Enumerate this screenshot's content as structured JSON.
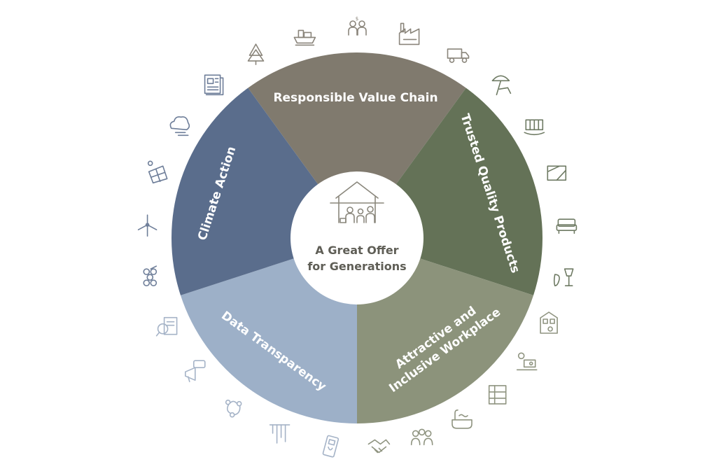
{
  "center": {
    "line1": "A Great Offer",
    "line2": "for Generations",
    "icon": "family-house-icon",
    "text_color": "#5f5e56",
    "icon_color": "#8a877c"
  },
  "segments": [
    {
      "id": "responsible-value-chain",
      "label": "Responsible Value Chain",
      "color": "#807a6e"
    },
    {
      "id": "trusted-quality-products",
      "label": "Trusted Quality Products",
      "color": "#647257"
    },
    {
      "id": "attractive-inclusive-workplace",
      "line1": "Attractive and",
      "line2": "Inclusive Workplace",
      "color": "#8c937b"
    },
    {
      "id": "data-transparency",
      "label": "Data Transparency",
      "color": "#9db0c8"
    },
    {
      "id": "climate-action",
      "label": "Climate Action",
      "color": "#5a6d8c"
    }
  ],
  "outer_icons": {
    "responsible_value_chain": [
      "tree-icon",
      "cargo-ship-icon",
      "community-people-icon",
      "factory-icon",
      "delivery-truck-icon"
    ],
    "trusted_quality_products": [
      "parasol-beach-chair-icon",
      "crib-icon",
      "bedding-icon",
      "sofa-icon",
      "lamp-vase-icon"
    ],
    "attractive_inclusive_workplace": [
      "store-building-icon",
      "workshop-icon",
      "shelving-icon",
      "bathtub-icon",
      "team-people-icon",
      "handshake-icon"
    ],
    "data_transparency": [
      "phone-remote-icon",
      "bar-pillars-icon",
      "connections-icon",
      "megaphone-chat-icon",
      "document-magnifier-icon"
    ],
    "climate_action": [
      "berries-icon",
      "wind-turbine-icon",
      "solar-panel-icon",
      "cloud-wind-icon",
      "newspaper-icon"
    ],
    "colors": {
      "responsible_value_chain": "#8a857b",
      "trusted_quality_products": "#6e7a63",
      "attractive_inclusive_workplace": "#8f9480",
      "data_transparency": "#a5b3c7",
      "climate_action": "#6e7e99"
    }
  }
}
